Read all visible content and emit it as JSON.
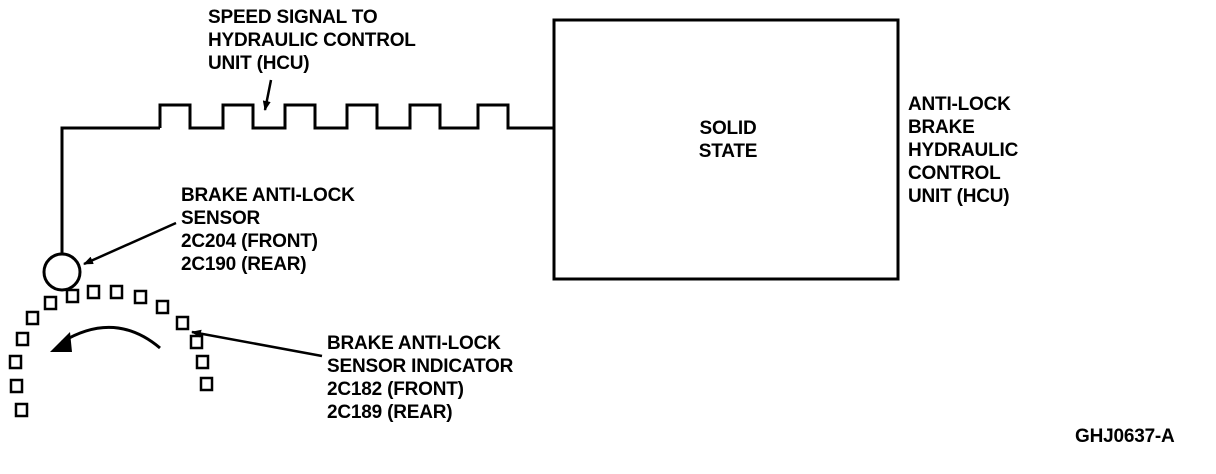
{
  "labels": {
    "speed_signal": [
      "SPEED SIGNAL TO",
      "HYDRAULIC CONTROL",
      "UNIT (HCU)"
    ],
    "solid_state": [
      "SOLID",
      "STATE"
    ],
    "hcu": [
      "ANTI-LOCK",
      "BRAKE",
      "HYDRAULIC",
      "CONTROL",
      "UNIT (HCU)"
    ],
    "sensor": [
      "BRAKE ANTI-LOCK",
      "SENSOR",
      "2C204 (FRONT)",
      "2C190 (REAR)"
    ],
    "indicator": [
      "BRAKE ANTI-LOCK",
      "SENSOR INDICATOR",
      "2C182 (FRONT)",
      "2C189 (REAR)"
    ],
    "figure_id": "GHJ0637-A"
  }
}
